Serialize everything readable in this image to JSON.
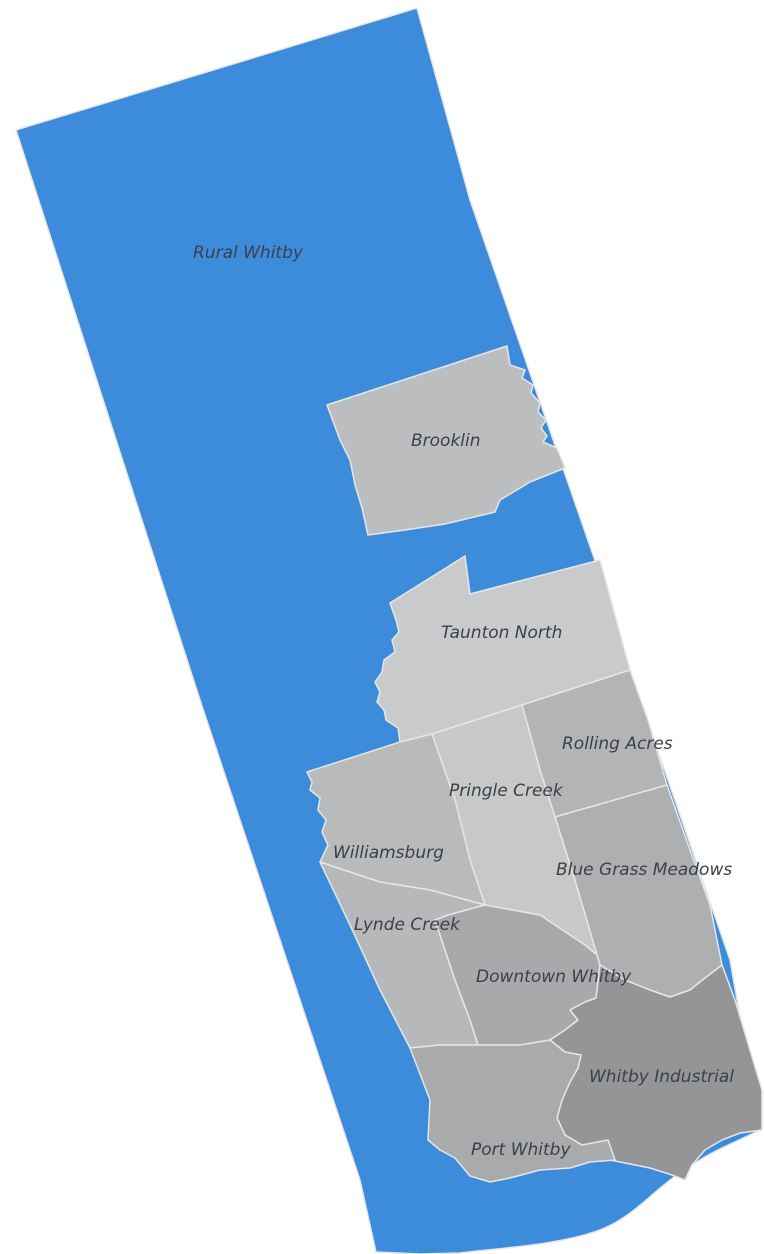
{
  "map": {
    "colors": {
      "highlight": "#3d8cdc",
      "brooklin": "#bcbdbf",
      "taunton_north": "#c9cacb",
      "rolling_acres": "#b3b4b6",
      "pringle_creek": "#c7c8c8",
      "williamsburg": "#b9babb",
      "blue_grass_meadows": "#aeafb1",
      "lynde_creek": "#b7b8b9",
      "downtown_whitby": "#a8a9ab",
      "port_whitby": "#a9aaab",
      "whitby_industrial": "#949597",
      "border": "#e6e6e6",
      "label": "#3c4048"
    },
    "regions": {
      "rural_whitby": "Rural Whitby",
      "brooklin": "Brooklin",
      "taunton_north": "Taunton North",
      "rolling_acres": "Rolling Acres",
      "pringle_creek": "Pringle Creek",
      "williamsburg": "Williamsburg",
      "blue_grass_meadows": "Blue Grass Meadows",
      "lynde_creek": "Lynde Creek",
      "downtown_whitby": "Downtown Whitby",
      "whitby_industrial": "Whitby Industrial",
      "port_whitby": "Port Whitby"
    }
  }
}
